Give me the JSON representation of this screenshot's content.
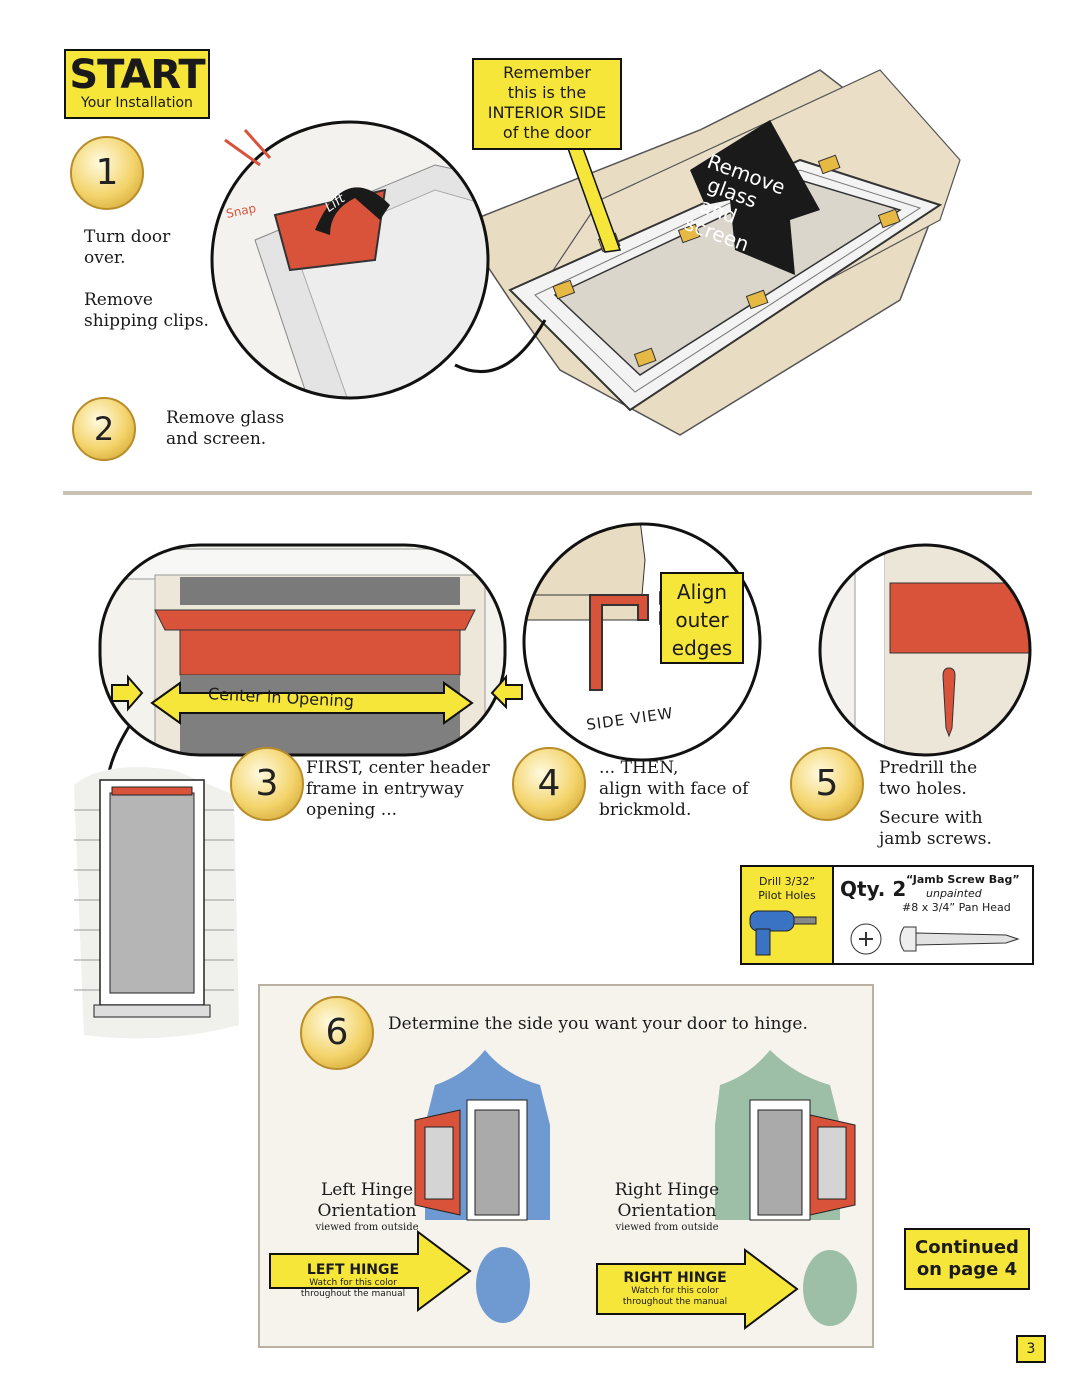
{
  "start": {
    "title": "START",
    "subtitle": "Your Installation"
  },
  "callout_remember": {
    "line1": "Remember",
    "line2": "this is the",
    "line3": "INTERIOR SIDE",
    "line4": "of the door"
  },
  "arrow_text": {
    "word1": "Remove",
    "word2": "glass",
    "word3": "and",
    "word4": "screen"
  },
  "clip_labels": {
    "snap": "Snap",
    "lift": "Lift"
  },
  "step1": {
    "number": "1",
    "line1": "Turn door",
    "line2": "over.",
    "line3": "Remove",
    "line4": "shipping clips."
  },
  "step2": {
    "number": "2",
    "line1": "Remove glass",
    "line2": "and screen."
  },
  "center_label": "Center in Opening",
  "side_view_label": "SIDE  VIEW",
  "align_box": {
    "line1": "Align",
    "line2": "outer",
    "line3": "edges"
  },
  "step3": {
    "number": "3",
    "line1": "FIRST, center header",
    "line2": "frame in entryway",
    "line3": "opening ..."
  },
  "step4": {
    "number": "4",
    "line1": "... THEN,",
    "line2": "align with face of",
    "line3": "brickmold."
  },
  "step5": {
    "number": "5",
    "line1": "Predrill the",
    "line2": "two holes.",
    "line3": "Secure with",
    "line4": "jamb screws."
  },
  "hardware": {
    "drill_line1": "Drill 3/32”",
    "drill_line2": "Pilot Holes",
    "qty": "Qty. 2",
    "bag": "“Jamb Screw Bag”",
    "finish": "unpainted",
    "size": "#8 x 3/4”  Pan Head"
  },
  "step6": {
    "number": "6",
    "text": "Determine the side you want your door to hinge."
  },
  "left_hinge": {
    "line1": "Left Hinge",
    "line2": "Orientation",
    "note": "viewed from outside",
    "badge": "LEFT HINGE",
    "watch1": "Watch for this color",
    "watch2": "throughout the manual",
    "color": "#6f9ad1"
  },
  "right_hinge": {
    "line1": "Right Hinge",
    "line2": "Orientation",
    "note": "viewed from outside",
    "badge": "RIGHT HINGE",
    "watch1": "Watch for this color",
    "watch2": "throughout the manual",
    "color": "#9dbfa7"
  },
  "continued": {
    "line1": "Continued",
    "line2": "on page 4"
  },
  "page_number": "3",
  "colors": {
    "yellow": "#f7e63a",
    "red": "#d9533b",
    "tan": "#e8dcc2",
    "gold": "#e6b945"
  }
}
